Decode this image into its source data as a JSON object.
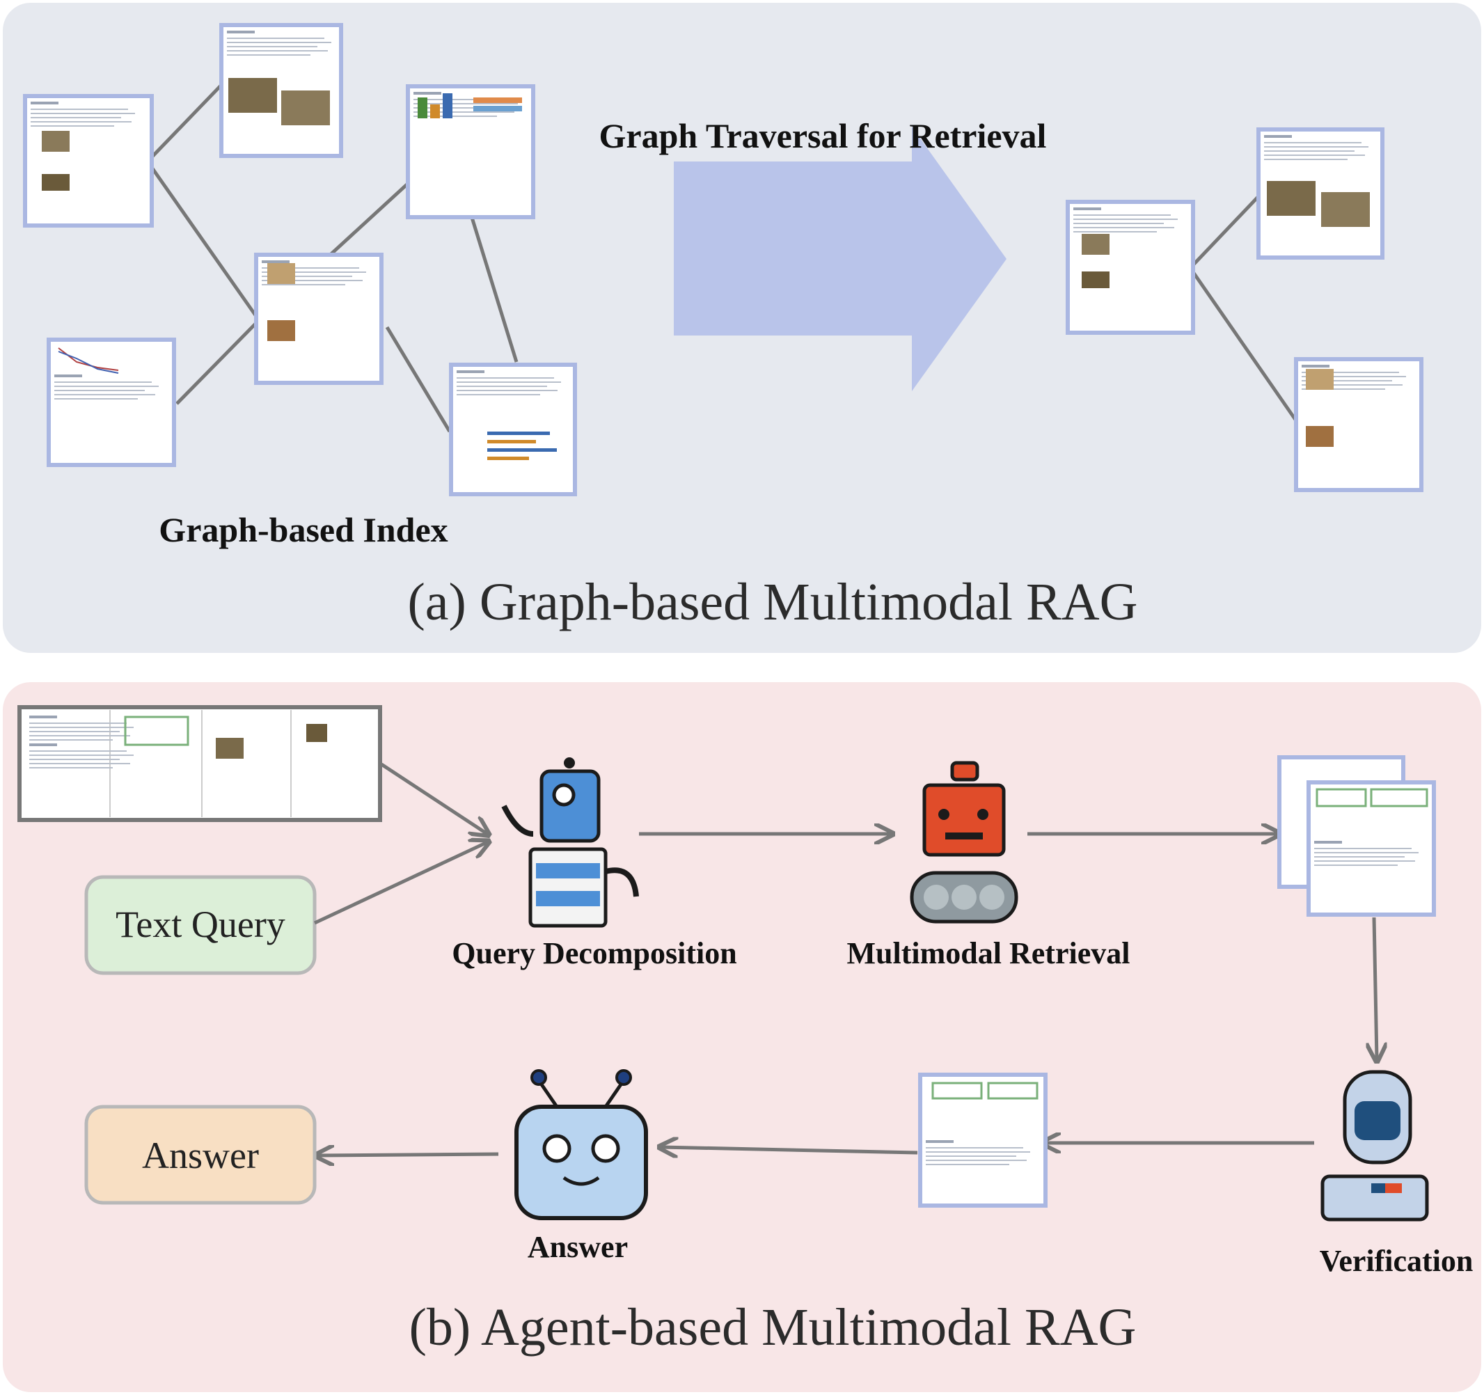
{
  "panel_a": {
    "caption": "(a) Graph-based Multimodal RAG",
    "traversal_label": "Graph Traversal for Retrieval",
    "index_label": "Graph-based Index"
  },
  "panel_b": {
    "caption": "(b) Agent-based Multimodal RAG",
    "text_query": "Text Query",
    "query_decomposition": "Query Decomposition",
    "multimodal_retrieval": "Multimodal Retrieval",
    "verification": "Verification",
    "answer_label": "Answer",
    "answer_box": "Answer"
  },
  "colors": {
    "panel_a_bg": "#e6e9ef",
    "panel_b_bg": "#f8e6e7",
    "doc_border": "#aab7e2",
    "edge": "#777777",
    "big_arrow": "#b9c4ea",
    "text_query_fill": "#dcefd8",
    "answer_fill": "#f8dfc3"
  }
}
